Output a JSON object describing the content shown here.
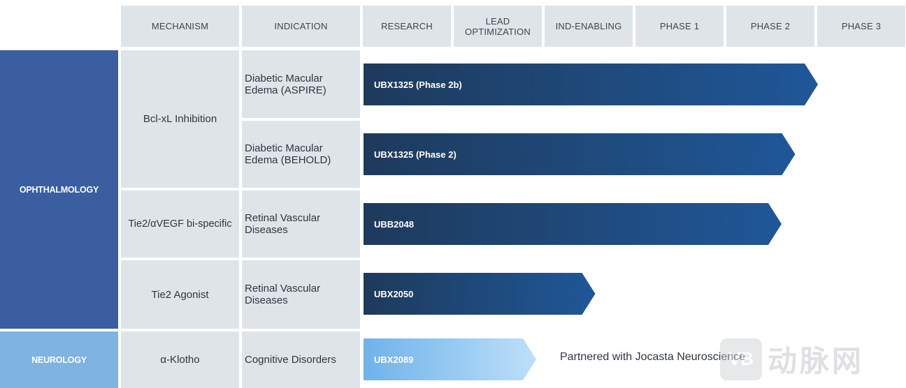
{
  "columns": [
    "MECHANISM",
    "INDICATION",
    "RESEARCH",
    "LEAD\nOPTIMIZATION",
    "IND-ENABLING",
    "PHASE 1",
    "PHASE 2",
    "PHASE 3"
  ],
  "areas": {
    "ophthalmology": "OPHTHALMOLOGY",
    "neurology": "NEUROLOGY"
  },
  "colors": {
    "ophthalmology": "#3a5ea0",
    "neurology": "#7fb3e2",
    "dark_bar": "#1f4c80",
    "light_bar": "#9dcdf3"
  },
  "mechanisms": {
    "bcl": "Bcl-xL Inhibition",
    "tie2vegf": "Tie2/αVEGF bi-specific",
    "tie2ag": "Tie2 Agonist",
    "klotho": "α-Klotho"
  },
  "indications": {
    "r1": "Diabetic Macular\nEdema (ASPIRE)",
    "r2": "Diabetic Macular\nEdema (BEHOLD)",
    "r3": "Retinal Vascular\nDiseases",
    "r4": "Retinal Vascular\nDiseases",
    "r5": "Cognitive Disorders"
  },
  "chart_data": {
    "type": "bar",
    "orientation": "horizontal",
    "stages": [
      "RESEARCH",
      "LEAD OPTIMIZATION",
      "IND-ENABLING",
      "PHASE 1",
      "PHASE 2",
      "PHASE 3"
    ],
    "programs": [
      {
        "name": "UBX1325 (Phase 2b)",
        "area": "OPHTHALMOLOGY",
        "mechanism": "Bcl-xL Inhibition",
        "indication": "Diabetic Macular Edema (ASPIRE)",
        "progress": 5.0
      },
      {
        "name": "UBX1325 (Phase 2)",
        "area": "OPHTHALMOLOGY",
        "mechanism": "Bcl-xL Inhibition",
        "indication": "Diabetic Macular Edema (BEHOLD)",
        "progress": 4.75
      },
      {
        "name": "UBB2048",
        "area": "OPHTHALMOLOGY",
        "mechanism": "Tie2/αVEGF bi-specific",
        "indication": "Retinal Vascular Diseases",
        "progress": 4.6
      },
      {
        "name": "UBX2050",
        "area": "OPHTHALMOLOGY",
        "mechanism": "Tie2 Agonist",
        "indication": "Retinal Vascular Diseases",
        "progress": 2.55
      },
      {
        "name": "UBX2089",
        "area": "NEUROLOGY",
        "mechanism": "α-Klotho",
        "indication": "Cognitive Disorders",
        "progress": 1.9
      }
    ],
    "annotation": "Partnered with Jocasta Neuroscience"
  },
  "watermark": {
    "logo": "VB",
    "text": "动脉网"
  }
}
